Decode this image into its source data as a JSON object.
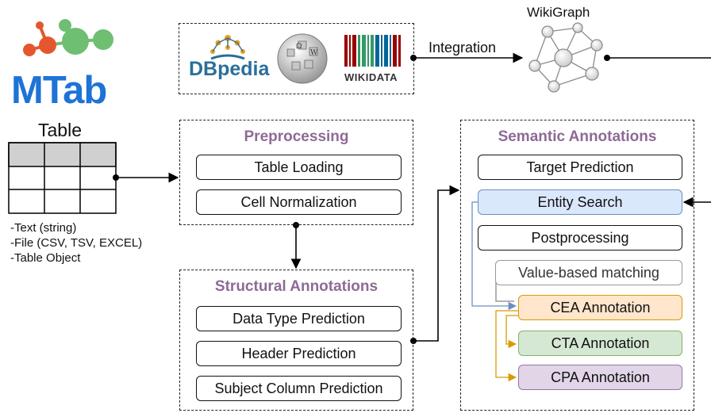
{
  "logo": {
    "text": "MTab",
    "color": "#1e73d6"
  },
  "table": {
    "title": "Table",
    "inputs": [
      "-Text (string)",
      "-File (CSV, TSV, EXCEL)",
      "-Table Object"
    ]
  },
  "sources": {
    "dbpedia": "DBpedia",
    "wikidata": "WIKIDATA"
  },
  "integration_label": "Integration",
  "wikigraph_label": "WikiGraph",
  "preprocessing": {
    "title": "Preprocessing",
    "steps": [
      "Table Loading",
      "Cell Normalization"
    ]
  },
  "structural": {
    "title": "Structural Annotations",
    "steps": [
      "Data Type Prediction",
      "Header Prediction",
      "Subject Column Prediction"
    ]
  },
  "semantic": {
    "title": "Semantic Annotations",
    "steps": [
      "Target Prediction",
      "Entity Search",
      "Postprocessing",
      "Value-based matching",
      "CEA Annotation",
      "CTA Annotation",
      "CPA Annotation"
    ]
  },
  "colors": {
    "title": "#8e6a96",
    "entity_search_fill": "#dae8fc",
    "entity_search_border": "#6c8ebf",
    "value_border": "#999999",
    "cea_fill": "#ffe6cc",
    "cea_border": "#d79b00",
    "cta_fill": "#d5e8d4",
    "cta_border": "#82b366",
    "cpa_fill": "#e1d5e7",
    "cpa_border": "#9673a6",
    "blue_wire": "#6c8ebf",
    "orange_wire": "#d79b00"
  }
}
